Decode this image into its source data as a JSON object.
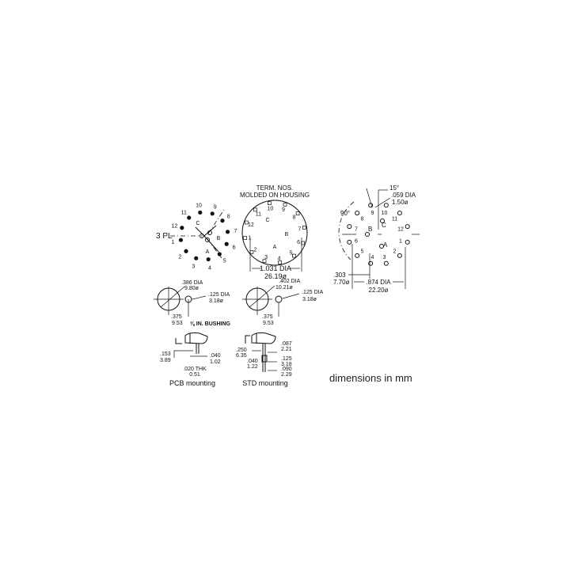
{
  "terminal_view": {
    "label_3pl": "3 PL",
    "terminals": [
      "1",
      "2",
      "3",
      "4",
      "5",
      "6",
      "7",
      "8",
      "9",
      "10",
      "11",
      "12"
    ],
    "poles": [
      "A",
      "B",
      "C"
    ]
  },
  "housing_view": {
    "title_line1": "TERM. NOS.",
    "title_line2": "MOLDED ON HOUSING",
    "dia_in": "1.031 DIA",
    "dia_mm": "26.19ø"
  },
  "layout_view": {
    "angle_15": "15°",
    "angle_90": "90°",
    "hole_dia_in": ".059 DIA",
    "hole_dia_mm": "1.50ø",
    "offset_in": ".303",
    "offset_mm": "7.70ø",
    "circle_dia_in": ".874 DIA",
    "circle_dia_mm": "22.20ø"
  },
  "bushing_left": {
    "dia_in": ".386 DIA",
    "dia_mm": "9.80ø",
    "pin_in": ".125 DIA",
    "pin_mm": "3.18ø",
    "offset_in": ".375",
    "offset_mm": "9.53",
    "caption": "⅜ IN. BUSHING"
  },
  "bushing_right": {
    "dia_in": ".402 DIA",
    "dia_mm": "10.21ø",
    "pin_in": ".125 DIA",
    "pin_mm": "3.18ø",
    "offset_in": ".375",
    "offset_mm": "9.53"
  },
  "pcb_mounting": {
    "height_in": ".153",
    "height_mm": "3.89",
    "width_in": ".040",
    "width_mm": "1.02",
    "thk_in": ".020 THK",
    "thk_mm": "0.51",
    "caption": "PCB mounting"
  },
  "std_mounting": {
    "h1_in": ".250",
    "h1_mm": "6.35",
    "a_in": ".087",
    "a_mm": "2.21",
    "b_in": ".040",
    "b_mm": "1.22",
    "c_in": ".125",
    "c_mm": "3.18",
    "d_in": ".090",
    "d_mm": "2.29",
    "caption": "STD mounting"
  },
  "note": "dimensions in mm"
}
